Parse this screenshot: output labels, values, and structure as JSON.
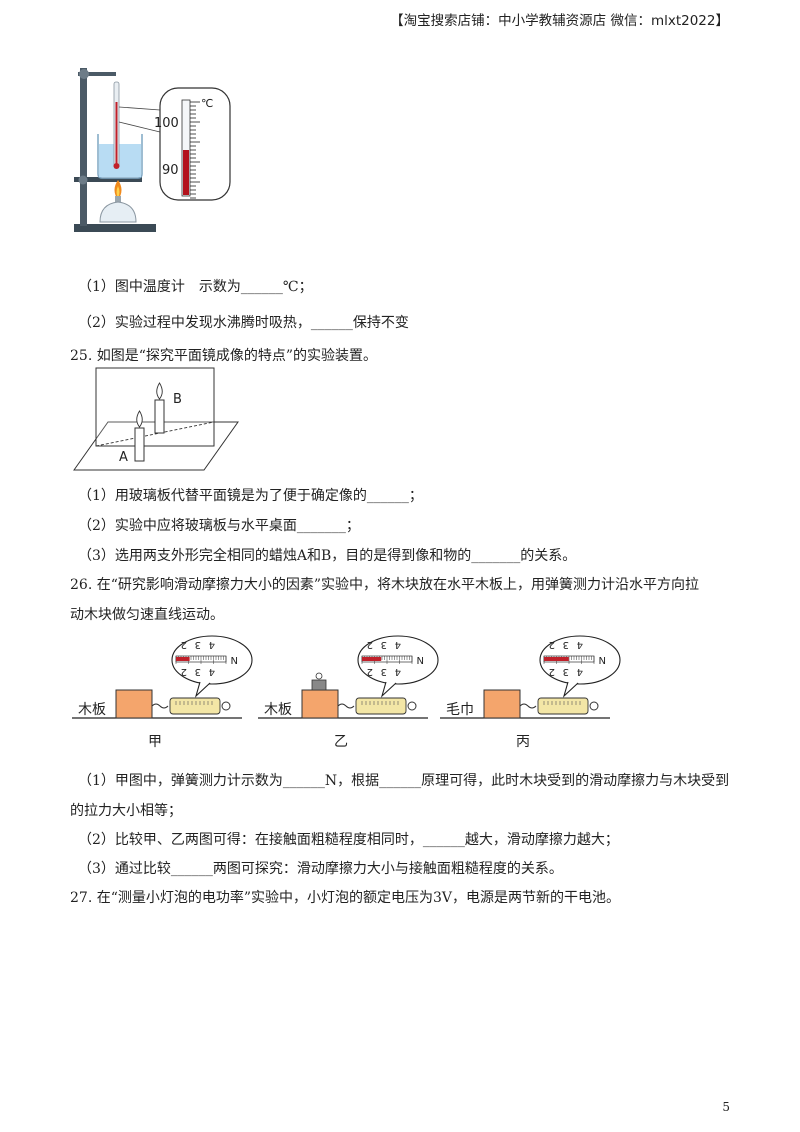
{
  "header": {
    "text": "【淘宝搜索店铺：中小学教辅资源店 微信：mlxt2022】"
  },
  "q24": {
    "thermo_unit": "℃",
    "thermo_tick_100": "100",
    "thermo_tick_90": "90",
    "sub1": "（1）图中温度计　示数为______℃；",
    "sub2": "（2）实验过程中发现水沸腾时吸热，______保持不变"
  },
  "q25": {
    "stem": "25. 如图是“探究平面镜成像的特点”的实验装置。",
    "label_a": "A",
    "label_b": "B",
    "sub1": "（1）用玻璃板代替平面镜是为了便于确定像的______；",
    "sub2": "（2）实验中应将玻璃板与水平桌面_______；",
    "sub3": "（3）选用两支外形完全相同的蜡烛A和B，目的是得到像和物的_______的关系。"
  },
  "q26": {
    "stem_line1": "26. 在“研究影响滑动摩擦力大小的因素”实验中，将木块放在水平木板上，用弹簧测力计沿水平方向拉",
    "stem_line2": "动木块做匀速直线运动。",
    "surfaces": [
      "木板",
      "木板",
      "毛巾"
    ],
    "captions": [
      "甲",
      "乙",
      "丙"
    ],
    "scale_unit": "N",
    "readings_newton": [
      2.4,
      2.8,
      3.2
    ],
    "sub1_line1": "（1）甲图中，弹簧测力计示数为______N，根据______原理可得，此时木块受到的滑动摩擦力与木块受到",
    "sub1_line2": "的拉力大小相等；",
    "sub2": "（2）比较甲、乙两图可得：在接触面粗糙程度相同时，______越大，滑动摩擦力越大；",
    "sub3": "（3）通过比较______两图可探究：滑动摩擦力大小与接触面粗糙程度的关系。"
  },
  "q27": {
    "stem": "27. 在“测量小灯泡的电功率”实验中，小灯泡的额定电压为3V，电源是两节新的干电池。"
  },
  "footer": {
    "page_number": "5"
  }
}
